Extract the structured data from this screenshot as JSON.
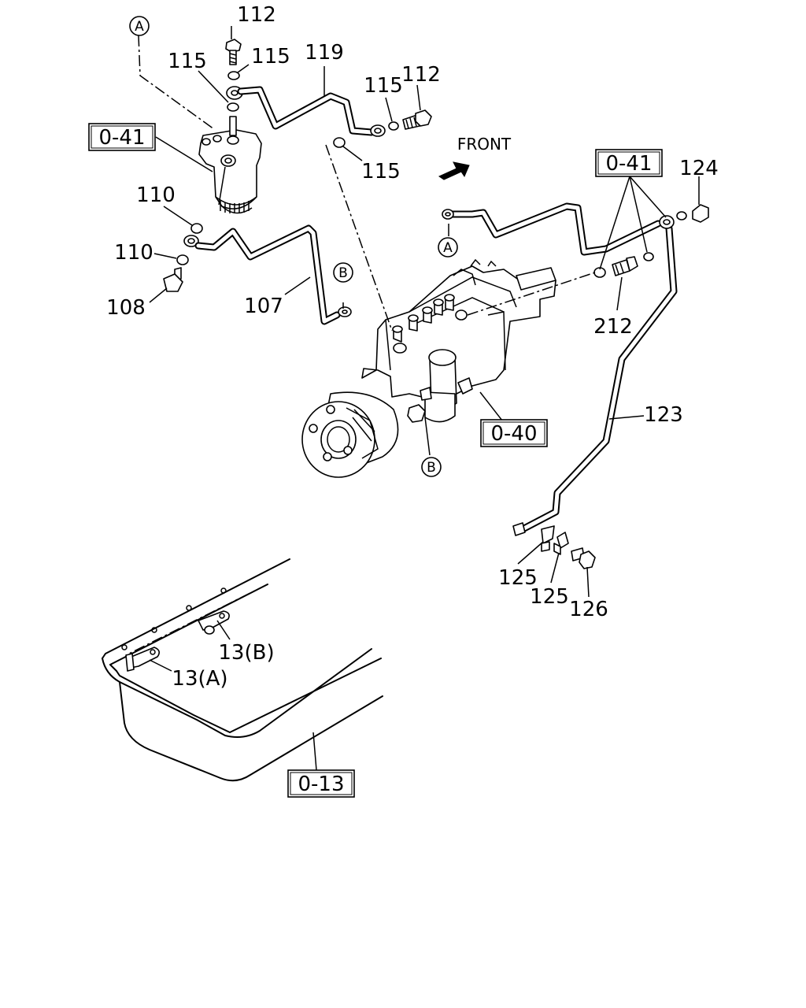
{
  "labels": {
    "n112a": "112",
    "n115a": "115",
    "n115b": "115",
    "n119": "119",
    "n115c": "115",
    "n112b": "112",
    "n115d": "115",
    "n110a": "110",
    "n110b": "110",
    "n108": "108",
    "n107": "107",
    "n124": "124",
    "n212": "212",
    "n123": "123",
    "n125a": "125",
    "n125b": "125",
    "n126": "126",
    "n13b": "13(B)",
    "n13a": "13(A)"
  },
  "refs": {
    "ref041a": "0-41",
    "ref041b": "0-41",
    "ref040": "0-40",
    "ref013": "0-13"
  },
  "markers": {
    "a1": "A",
    "a2": "A",
    "b1": "B",
    "b2": "B"
  },
  "front": "FRONT"
}
